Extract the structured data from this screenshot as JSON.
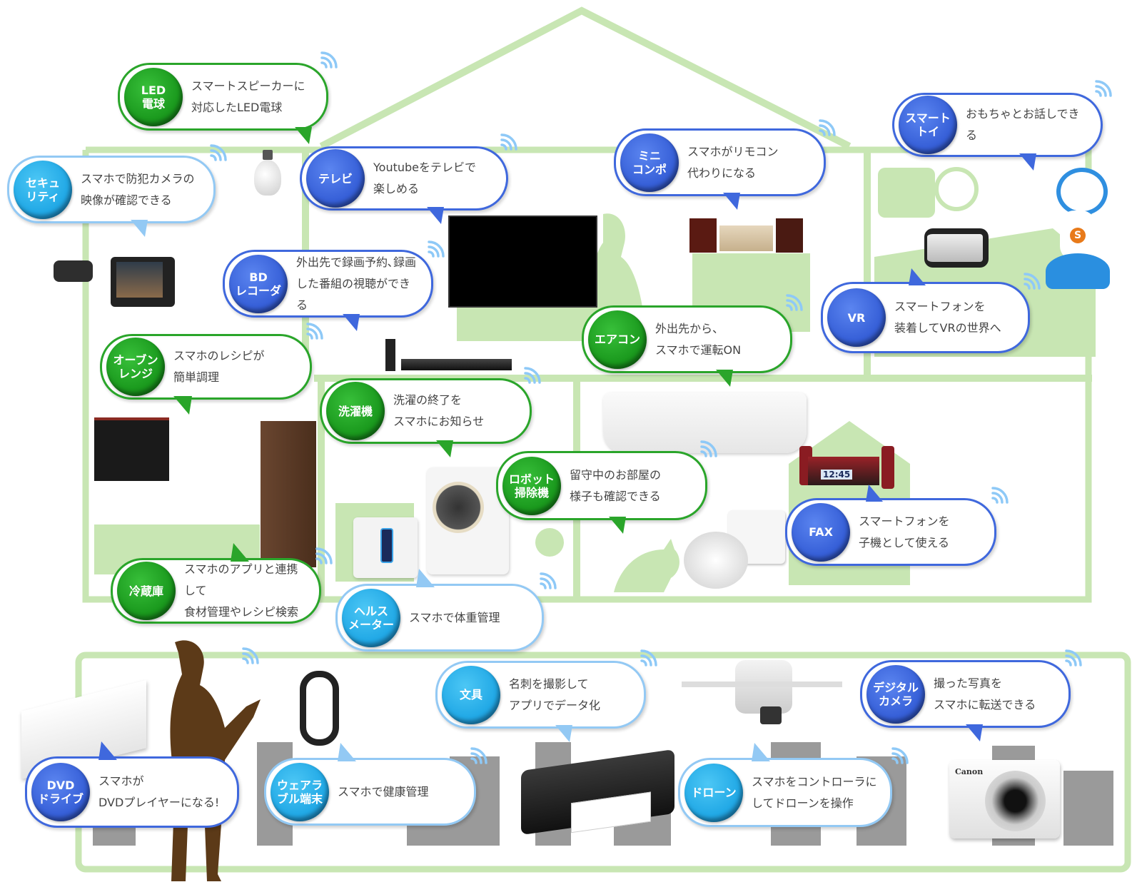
{
  "colors": {
    "house_line": "#c8e6b3",
    "green": "#22a025",
    "blue": "#3f68dd",
    "light_blue": "#93c9f4",
    "wifi": "#8ec9f7",
    "buildings": "#9a9a9a",
    "silhouette": "#5c3a18"
  },
  "devices": [
    {
      "id": "led",
      "badge": "LED\n電球",
      "desc": "スマートスピーカーに\n対応したLED電球",
      "style": "green",
      "icon": "light-bulb-icon"
    },
    {
      "id": "security",
      "badge": "セキュ\nリティ",
      "desc": "スマホで防犯カメラの\n映像が確認できる",
      "style": "light",
      "icon": "security-camera-icon"
    },
    {
      "id": "tv",
      "badge": "テレビ",
      "desc": "Youtubeをテレビで\n楽しめる",
      "style": "blue",
      "icon": "tv-icon"
    },
    {
      "id": "minicompo",
      "badge": "ミニ\nコンポ",
      "desc": "スマホがリモコン\n代わりになる",
      "style": "blue",
      "icon": "stereo-icon"
    },
    {
      "id": "smarttoy",
      "badge": "スマート\nトイ",
      "desc": "おもちゃとお話しできる",
      "style": "blue",
      "icon": "robot-toy-icon"
    },
    {
      "id": "bd",
      "badge": "BD\nレコーダ",
      "desc": "外出先で録画予約､録画\nした番組の視聴ができる",
      "style": "blue",
      "icon": "bd-recorder-icon"
    },
    {
      "id": "aircon",
      "badge": "エアコン",
      "desc": "外出先から、\nスマホで運転ON",
      "style": "green",
      "icon": "air-conditioner-icon"
    },
    {
      "id": "vr",
      "badge": "VR",
      "desc": "スマートフォンを\n装着してVRの世界へ",
      "style": "blue",
      "icon": "vr-headset-icon"
    },
    {
      "id": "oven",
      "badge": "オーブン\nレンジ",
      "desc": "スマホのレシピが\n簡単調理",
      "style": "green",
      "icon": "oven-icon"
    },
    {
      "id": "washer",
      "badge": "洗濯機",
      "desc": "洗濯の終了を\nスマホにお知らせ",
      "style": "green",
      "icon": "washing-machine-icon"
    },
    {
      "id": "robot",
      "badge": "ロボット\n掃除機",
      "desc": "留守中のお部屋の\n様子も確認できる",
      "style": "green",
      "icon": "robot-vacuum-icon"
    },
    {
      "id": "fax",
      "badge": "FAX",
      "desc": "スマートフォンを\n子機として使える",
      "style": "blue",
      "icon": "fax-icon"
    },
    {
      "id": "fridge",
      "badge": "冷蔵庫",
      "desc": "スマホのアプリと連携して\n食材管理やレシピ検索",
      "style": "green",
      "icon": "fridge-icon"
    },
    {
      "id": "health",
      "badge": "ヘルス\nメーター",
      "desc": "スマホで体重管理",
      "style": "light",
      "icon": "scale-icon"
    },
    {
      "id": "stationery",
      "badge": "文具",
      "desc": "名刺を撮影して\nアプリでデータ化",
      "style": "light",
      "icon": "card-scanner-icon"
    },
    {
      "id": "camera",
      "badge": "デジタル\nカメラ",
      "desc": "撮った写真を\nスマホに転送できる",
      "style": "blue",
      "icon": "camera-icon"
    },
    {
      "id": "dvd",
      "badge": "DVD\nドライブ",
      "desc": "スマホが\nDVDプレイヤーになる!",
      "style": "blue",
      "icon": "dvd-drive-icon"
    },
    {
      "id": "wearable",
      "badge": "ウェアラ\nブル端末",
      "desc": "スマホで健康管理",
      "style": "light",
      "icon": "fitness-band-icon"
    },
    {
      "id": "drone",
      "badge": "ドローン",
      "desc": "スマホをコントローラに\nしてドローンを操作",
      "style": "light",
      "icon": "drone-icon"
    }
  ],
  "product_labels": {
    "fax_clock": "12:45",
    "camera_brand": "Canon",
    "toy_logo": "S"
  }
}
